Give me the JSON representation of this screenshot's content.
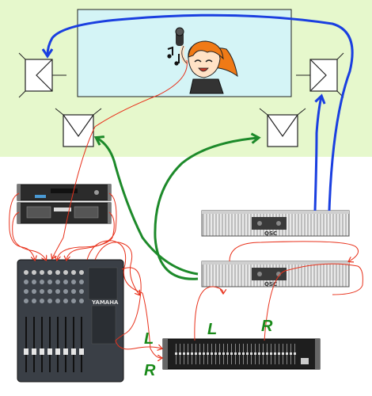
{
  "colors": {
    "stage_band": "#e6f8cc",
    "stage_screen": "#d4f4f6",
    "signal_red": "#e8311b",
    "signal_green": "#1d8a2a",
    "signal_blue": "#1a3fe0",
    "label_green": "#1a8a1a",
    "hair_orange": "#f07a16"
  },
  "channel_labels": {
    "eq_input_left": "L",
    "eq_input_right": "R",
    "eq_output_left": "L",
    "eq_output_right": "R"
  },
  "device_labels": {
    "amp_brand": "QSC",
    "mixer_brand": "YAMAHA"
  },
  "icons": [
    "microphone-icon",
    "music-note-icon",
    "singer-icon",
    "speaker-icon"
  ]
}
